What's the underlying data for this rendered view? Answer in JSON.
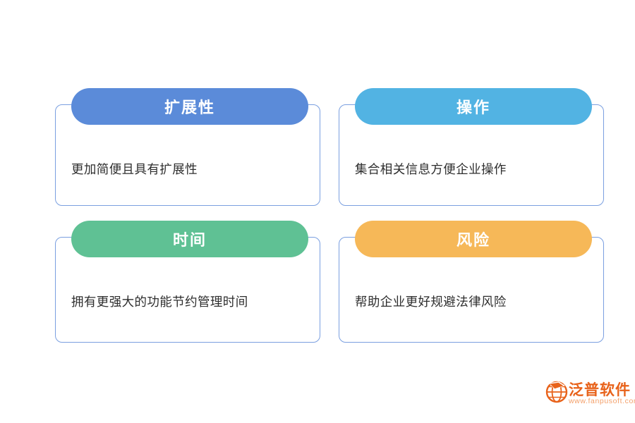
{
  "page": {
    "background_color": "#ffffff"
  },
  "cards": [
    {
      "title": "扩展性",
      "body": "更加简便且具有扩展性",
      "pill_color": "#5b8bd9",
      "border_color": "#7a9fe0"
    },
    {
      "title": "操作",
      "body": "集合相关信息方便企业操作",
      "pill_color": "#52b3e3",
      "border_color": "#7a9fe0"
    },
    {
      "title": "时间",
      "body": "拥有更强大的功能节约管理时间",
      "pill_color": "#5fc194",
      "border_color": "#7a9fe0"
    },
    {
      "title": "风险",
      "body": "帮助企业更好规避法律风险",
      "pill_color": "#f6b858",
      "border_color": "#7a9fe0"
    }
  ],
  "logo": {
    "name": "泛普软件",
    "url": "www.fanpusoft.com",
    "mark_color": "#e8621a",
    "text_color": "#e8621a",
    "url_color": "#f3a06a"
  }
}
